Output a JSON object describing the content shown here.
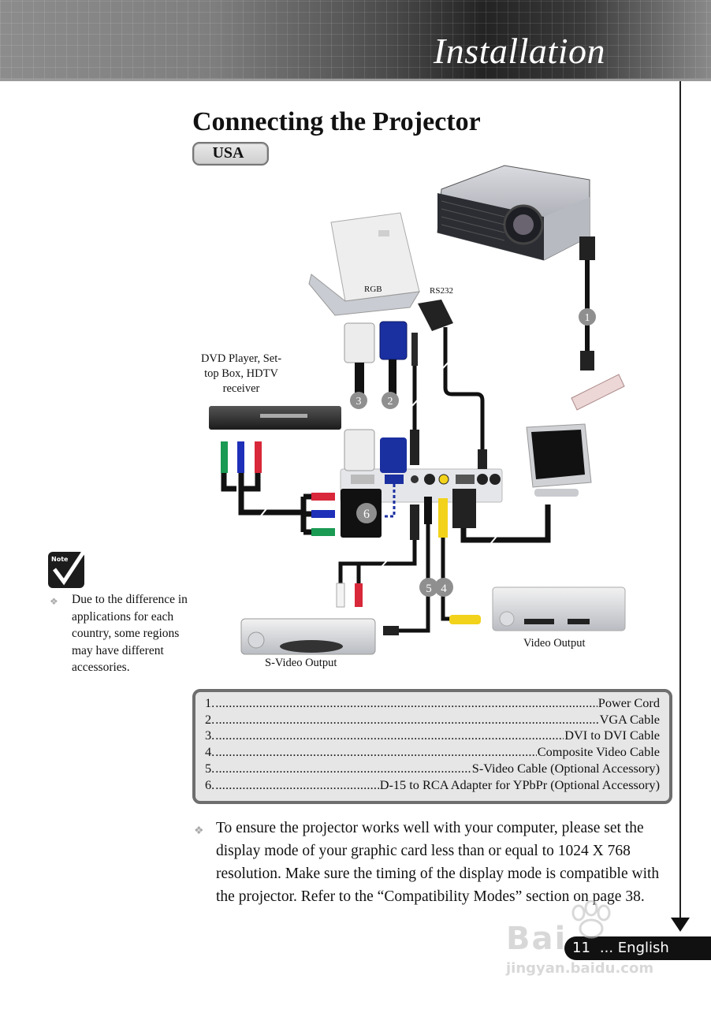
{
  "header": {
    "section_title": "Installation"
  },
  "page": {
    "title": "Connecting the Projector",
    "region_badge": "USA"
  },
  "diagram": {
    "labels": {
      "rgb": "RGB",
      "rs232": "RS232",
      "dvd_source": "DVD Player, Set-top Box, HDTV receiver",
      "svideo_output": "S-Video Output",
      "video_output": "Video Output"
    },
    "cable_markers": [
      "1",
      "2",
      "3",
      "4",
      "5",
      "6"
    ],
    "devices": [
      "projector-icon",
      "laptop-icon",
      "dvd-player-icon",
      "monitor-icon",
      "power-strip-icon",
      "vcr-icon",
      "svideo-player-icon"
    ],
    "colors": {
      "vga_blue": "#1a2fa0",
      "rca_red": "#d8283a",
      "rca_green": "#1a9a52",
      "rca_blue": "#1e2fb8",
      "rca_yellow": "#f2d21a",
      "marker_gray": "#8f8f8f"
    }
  },
  "note": {
    "icon_label": "Note",
    "text": "Due to the difference in applications for each country, some regions may have different accessories."
  },
  "cables": [
    {
      "num": "1.",
      "name": "Power Cord"
    },
    {
      "num": "2.",
      "name": "VGA Cable"
    },
    {
      "num": "3.",
      "name": "DVI to  DVI Cable"
    },
    {
      "num": "4.",
      "name": "Composite Video Cable"
    },
    {
      "num": "5.",
      "name": "S-Video Cable (Optional Accessory)"
    },
    {
      "num": "6.",
      "name": "D-15 to RCA Adapter for YPbPr (Optional Accessory)"
    }
  ],
  "tip": {
    "text": "To ensure the projector works well with your computer, please set the display mode of your graphic card less than or equal to 1024 X 768 resolution. Make sure the timing of the display mode is compatible with the projector.  Refer to the “Compatibility Modes” section on page 38."
  },
  "footer": {
    "page_number": "11",
    "language": "... English"
  },
  "watermark": {
    "line1": "Bai",
    "line2": "jingyan.baidu.com"
  }
}
